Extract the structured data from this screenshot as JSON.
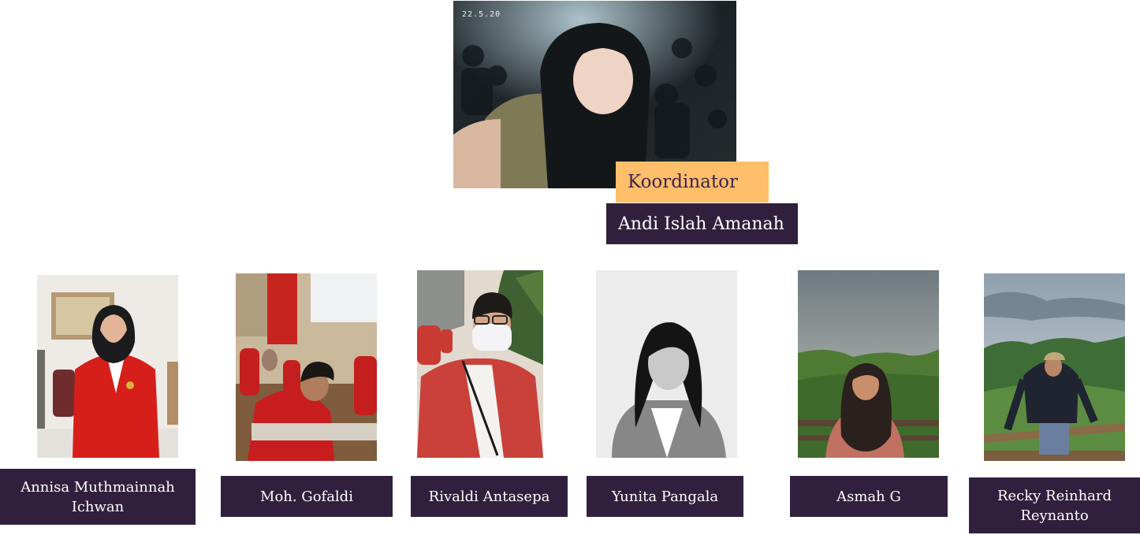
{
  "coordinator": {
    "role_label": "Koordinator",
    "name": "Andi Islah Amanah",
    "photo_timestamp": "22.5.20"
  },
  "members": [
    {
      "name": "Annisa Muthmainnah Ichwan"
    },
    {
      "name": "Moh. Gofaldi"
    },
    {
      "name": "Rivaldi Antasepa"
    },
    {
      "name": "Yunita Pangala"
    },
    {
      "name": "Asmah G"
    },
    {
      "name": "Recky Reinhard Reynanto"
    }
  ],
  "colors": {
    "role_tag_bg": "#ffbe69",
    "role_tag_text": "#3c2450",
    "name_tag_bg": "#31203d",
    "name_tag_text": "#ffffff"
  }
}
